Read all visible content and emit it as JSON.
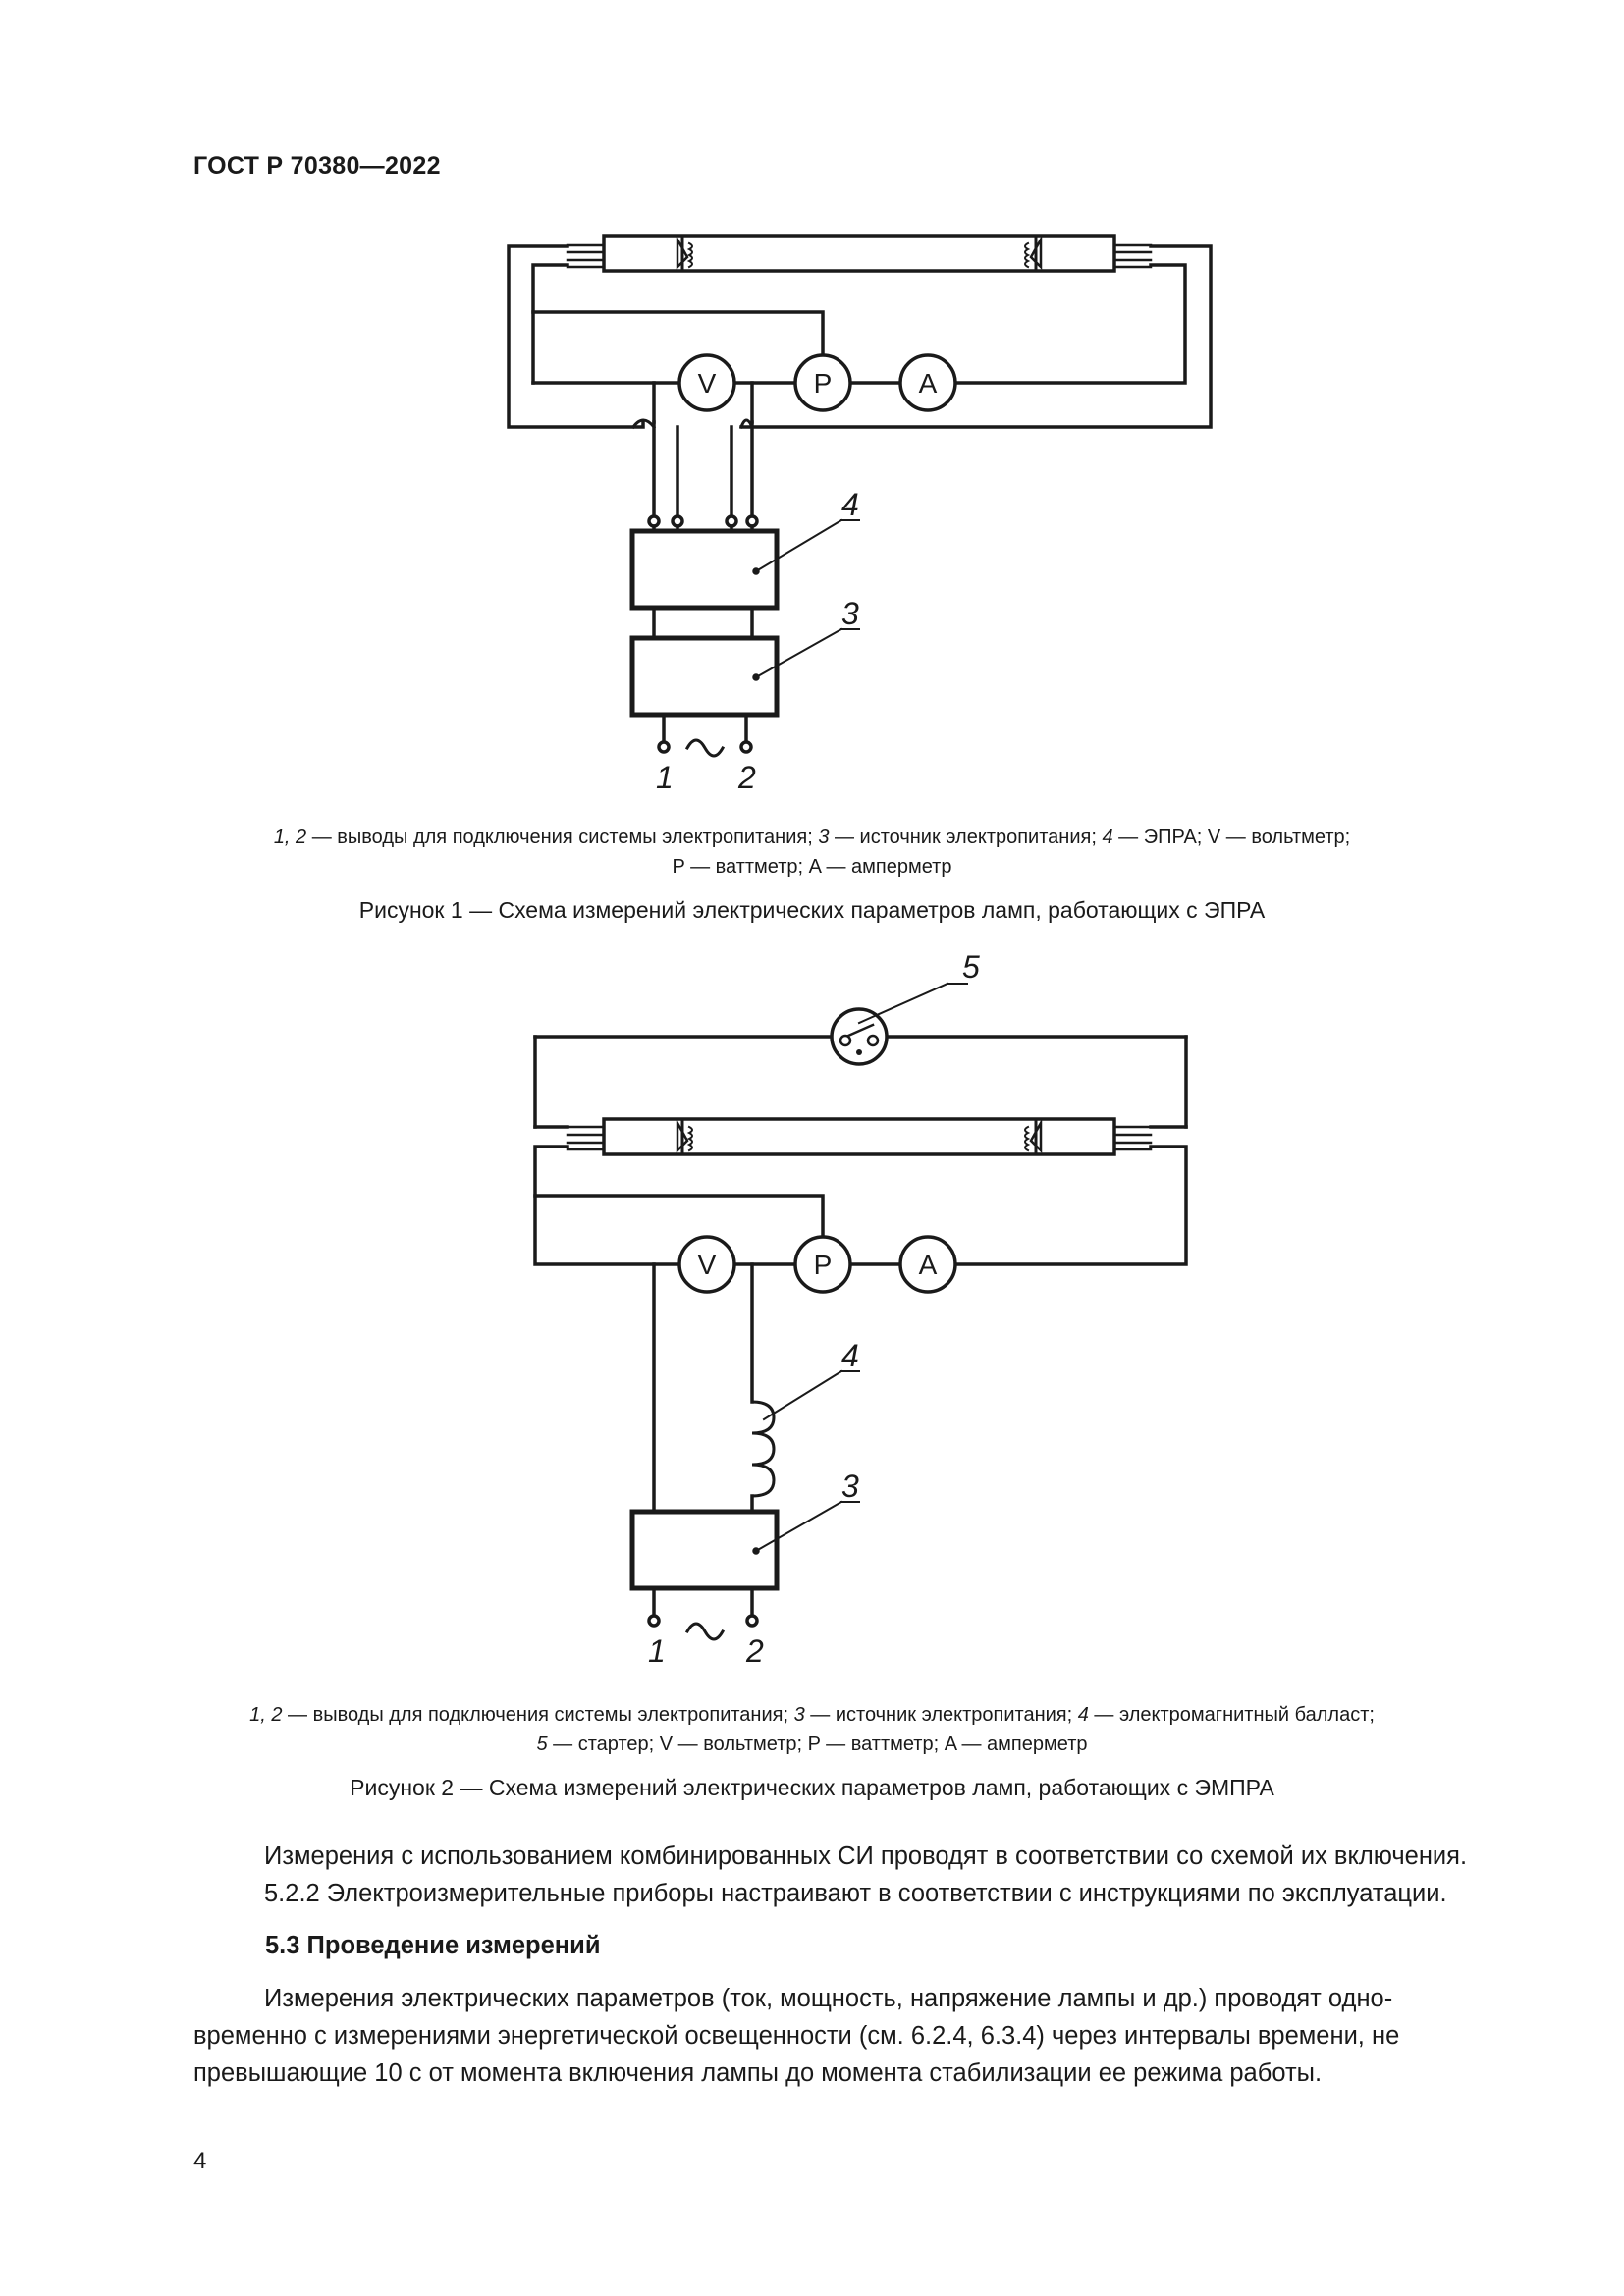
{
  "header": {
    "doc_id": "ГОСТ Р 70380—2022"
  },
  "figure1": {
    "meters": [
      "V",
      "P",
      "A"
    ],
    "labels": {
      "ballast": "4",
      "source": "3",
      "pin1": "1",
      "pin2": "2",
      "ac": "~"
    },
    "legend_line1_tail": " — выводы для подключения системы электропитания; ",
    "legend_line1_n12": "1, 2",
    "legend_n3": "3",
    "legend_line1_mid": " — источник электропитания; ",
    "legend_n4": "4",
    "legend_line1_end": " — ЭПРА; V — вольтметр;",
    "legend_line2": "P — ваттметр; A — амперметр",
    "caption": "Рисунок 1 — Схема измерений электрических параметров ламп, работающих с ЭПРА"
  },
  "figure2": {
    "meters": [
      "V",
      "P",
      "A"
    ],
    "labels": {
      "starter": "5",
      "ballast": "4",
      "source": "3",
      "pin1": "1",
      "pin2": "2",
      "ac": "~"
    },
    "legend_n12": "1, 2",
    "legend_line1_a": " — выводы для подключения системы электропитания; ",
    "legend_n3": "3",
    "legend_line1_b": " — источник электропитания; ",
    "legend_n4": "4",
    "legend_line1_c": " — электромагнитный балласт;",
    "legend_n5": "5",
    "legend_line2": " — стартер; V — вольтметр; P — ваттметр; A — амперметр",
    "caption": "Рисунок 2 — Схема измерений электрических параметров ламп, работающих с ЭМПРА"
  },
  "body": {
    "p1": "Измерения с использованием комбинированных СИ проводят в соответствии со схемой их включения.",
    "p2": "5.2.2 Электроизмерительные приборы настраивают в соответствии с инструкциями по эксплуатации.",
    "section_title": "5.3 Проведение измерений",
    "p3_line1": "Измерения электрических параметров (ток, мощность, напряжение лампы и др.) проводят одно-",
    "p3_line2": "временно с измерениями энергетической освещенности (см. 6.2.4, 6.3.4) через интервалы времени, не",
    "p3_line3": "превышающие 10 с от момента включения лампы до момента стабилизации ее режима работы."
  },
  "page_number": "4"
}
